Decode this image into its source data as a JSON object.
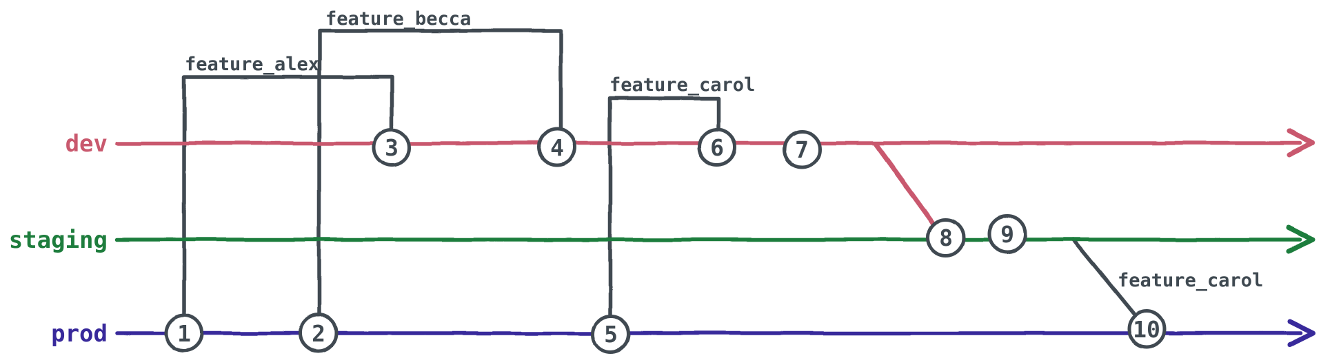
{
  "diagram": {
    "type": "git-branch-graph",
    "style": "hand-drawn",
    "background": "#ffffff",
    "ink_color": "#3f4951",
    "branches": [
      {
        "name": "dev",
        "color": "#c9596e"
      },
      {
        "name": "staging",
        "color": "#1e7d3d"
      },
      {
        "name": "prod",
        "color": "#38299b"
      }
    ],
    "commits": [
      {
        "id": "1",
        "branch": "prod"
      },
      {
        "id": "2",
        "branch": "prod"
      },
      {
        "id": "3",
        "branch": "dev"
      },
      {
        "id": "4",
        "branch": "dev"
      },
      {
        "id": "5",
        "branch": "prod"
      },
      {
        "id": "6",
        "branch": "dev"
      },
      {
        "id": "7",
        "branch": "dev"
      },
      {
        "id": "8",
        "branch": "staging"
      },
      {
        "id": "9",
        "branch": "staging"
      },
      {
        "id": "10",
        "branch": "prod"
      }
    ],
    "feature_branches": [
      {
        "label": "feature_alex",
        "from_commit": "1",
        "to_commit": "3"
      },
      {
        "label": "feature_becca",
        "from_commit": "2",
        "to_commit": "4"
      },
      {
        "label": "feature_carol",
        "from_commit": "5",
        "to_commit": "6"
      },
      {
        "label": "feature_carol",
        "from_commit": "9",
        "to_commit": "10"
      }
    ],
    "merges": [
      {
        "from_branch": "dev",
        "to_branch": "staging",
        "at_commit": "8"
      }
    ]
  }
}
